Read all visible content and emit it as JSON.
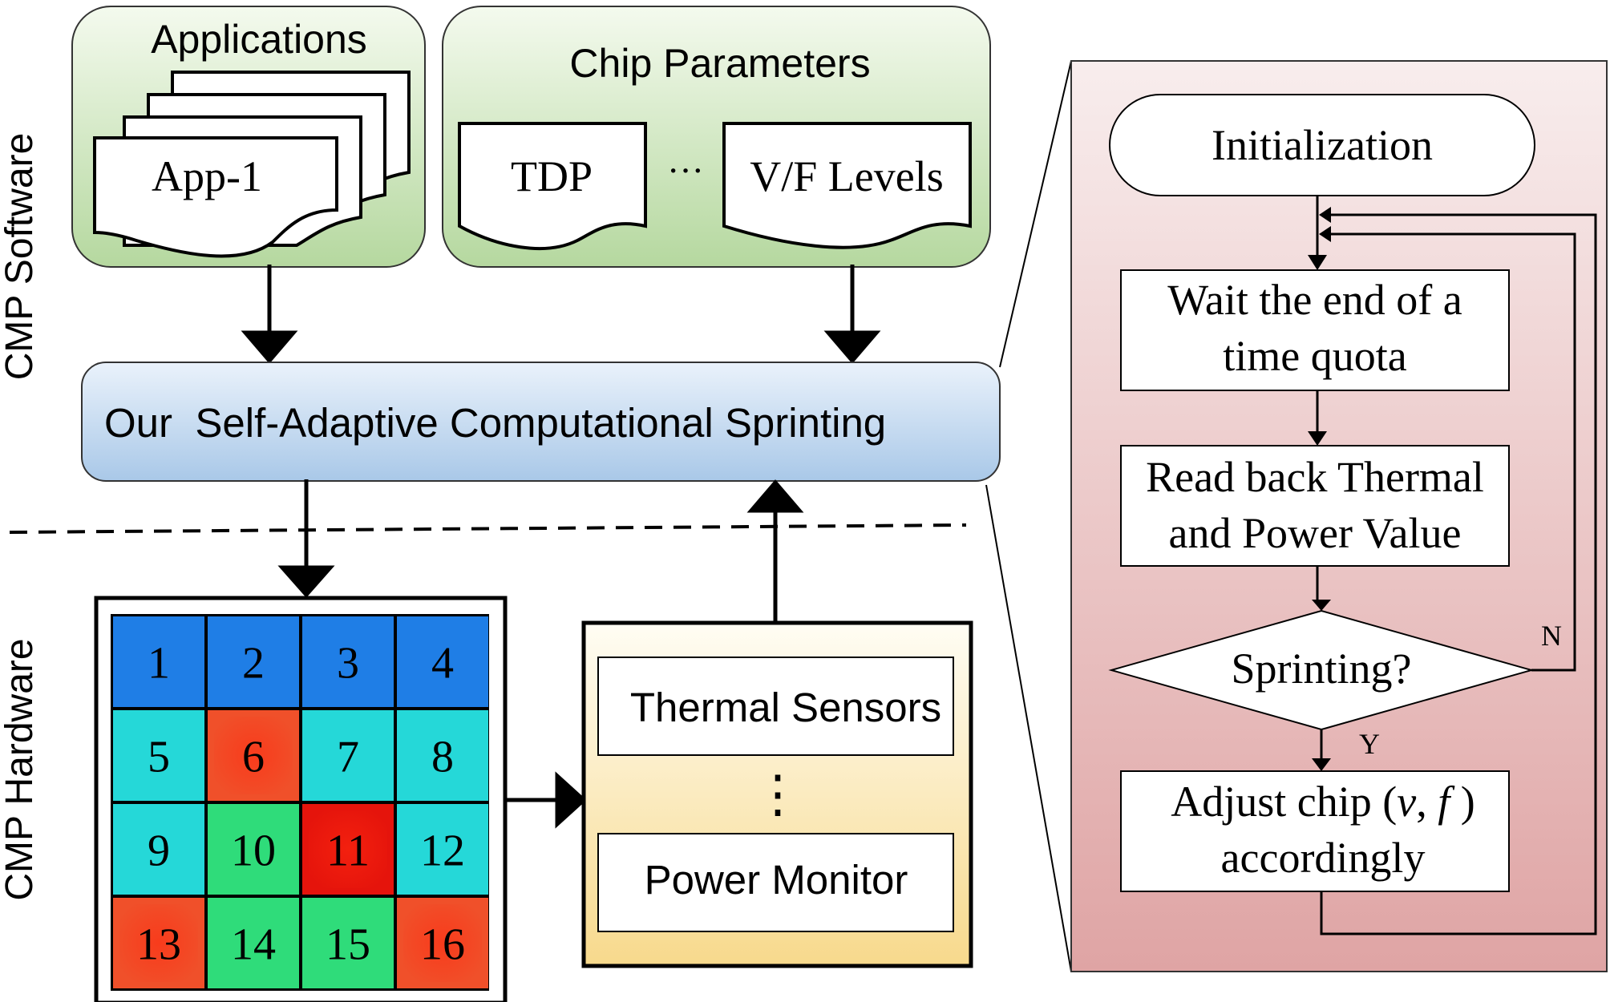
{
  "side_labels": {
    "software": "CMP Software",
    "hardware": "CMP Hardware"
  },
  "applications": {
    "title": "Applications",
    "doc_label": "App-1"
  },
  "chip_parameters": {
    "title": "Chip Parameters",
    "tdp_label": "TDP",
    "ellipsis": "···",
    "vf_label": "V/F Levels"
  },
  "sprinting_box": {
    "label": "Our  Self-Adaptive Computational Sprinting"
  },
  "core_grid": {
    "cells": [
      {
        "label": "1",
        "heat": "cool"
      },
      {
        "label": "2",
        "heat": "cool"
      },
      {
        "label": "3",
        "heat": "cool"
      },
      {
        "label": "4",
        "heat": "cool"
      },
      {
        "label": "5",
        "heat": "mild"
      },
      {
        "label": "6",
        "heat": "hot"
      },
      {
        "label": "7",
        "heat": "mild"
      },
      {
        "label": "8",
        "heat": "mild"
      },
      {
        "label": "9",
        "heat": "mild"
      },
      {
        "label": "10",
        "heat": "warm"
      },
      {
        "label": "11",
        "heat": "hottest"
      },
      {
        "label": "12",
        "heat": "mild"
      },
      {
        "label": "13",
        "heat": "hot"
      },
      {
        "label": "14",
        "heat": "warm"
      },
      {
        "label": "15",
        "heat": "warm"
      },
      {
        "label": "16",
        "heat": "hot"
      }
    ]
  },
  "monitor_box": {
    "sensors_label": "Thermal Sensors",
    "dots": "⋮",
    "power_label": "Power Monitor"
  },
  "flowchart": {
    "init": "Initialization",
    "wait_line1": "Wait the end of a",
    "wait_line2": "time quota",
    "read_line1": "Read back Thermal",
    "read_line2": "and Power Value",
    "decision": "Sprinting?",
    "no_label": "N",
    "yes_label": "Y",
    "adjust_prefix": "Adjust chip (",
    "adjust_v": "v",
    "adjust_sep": ", ",
    "adjust_f": "f",
    "adjust_suffix": " )",
    "adjust_line2": "accordingly"
  },
  "colors": {
    "software_panel_top": "#f4faee",
    "software_panel_bottom": "#b5d89f",
    "sprint_box_top": "#eaf2fb",
    "sprint_box_bottom": "#a9c8e8",
    "monitor_top": "#fffdf4",
    "monitor_bottom": "#f7d98c",
    "flow_panel_top": "#f8eded",
    "flow_panel_bottom": "#dfa4a4",
    "heat_cool": "#1f7ee6",
    "heat_mild": "#25d8d8",
    "heat_warm": "#2fdc7a",
    "heat_hot": "#f0502a",
    "heat_hottest": "#e5140c"
  }
}
